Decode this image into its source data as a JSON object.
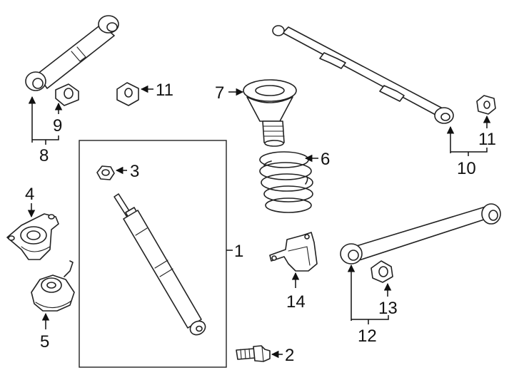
{
  "callouts": [
    {
      "id": "1",
      "text": "1"
    },
    {
      "id": "2",
      "text": "2"
    },
    {
      "id": "3",
      "text": "3"
    },
    {
      "id": "4",
      "text": "4"
    },
    {
      "id": "5",
      "text": "5"
    },
    {
      "id": "6",
      "text": "6"
    },
    {
      "id": "7",
      "text": "7"
    },
    {
      "id": "8",
      "text": "8"
    },
    {
      "id": "9",
      "text": "9"
    },
    {
      "id": "10",
      "text": "10"
    },
    {
      "id": "11a",
      "text": "11"
    },
    {
      "id": "11b",
      "text": "11"
    },
    {
      "id": "12",
      "text": "12"
    },
    {
      "id": "13",
      "text": "13"
    },
    {
      "id": "14",
      "text": "14"
    }
  ]
}
